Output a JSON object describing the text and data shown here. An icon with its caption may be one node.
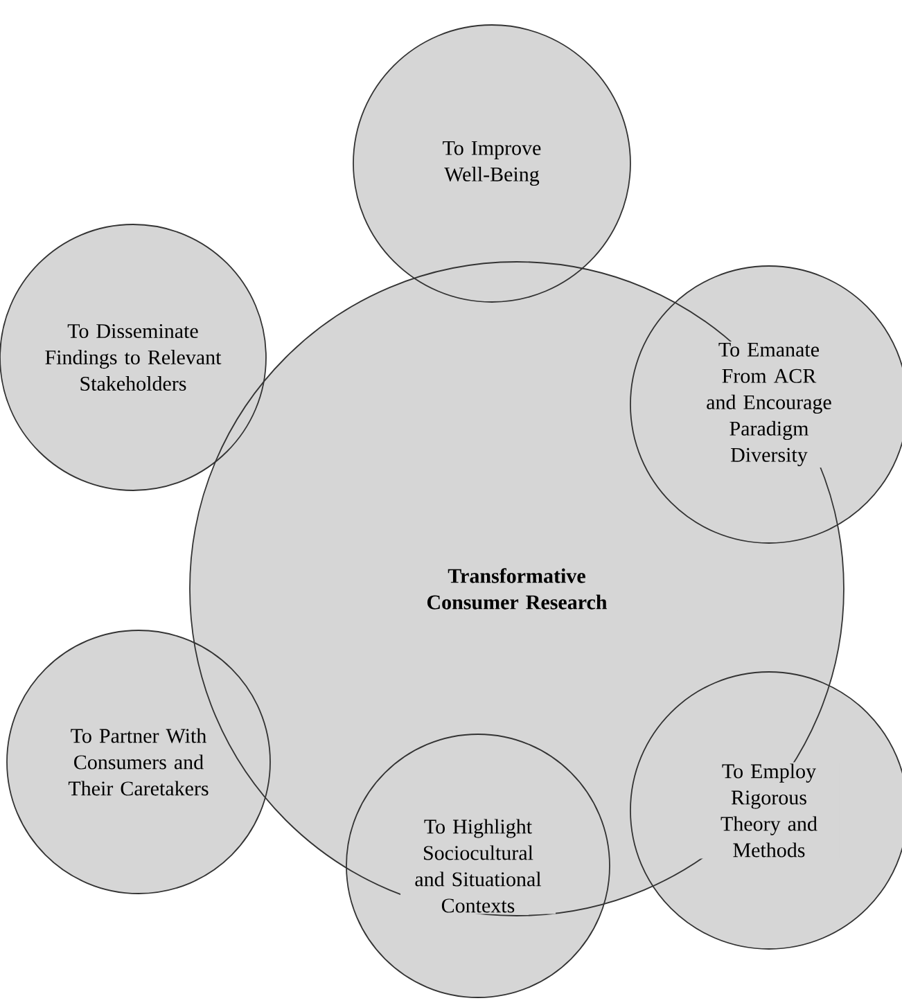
{
  "diagram": {
    "nodes": [
      {
        "text": [
          "To Improve Well-Being"
        ]
      },
      {
        "text": [
          "To Disseminate Findings to Relevant Stakeholders"
        ]
      },
      {
        "text": [
          "To Emanate From ACR and Encourage Paradigm Diversity"
        ]
      },
      {
        "text": [
          "Transformative Consumer Research"
        ]
      },
      {
        "text": [
          "To Partner With Consumers and Their Caretakers"
        ]
      },
      {
        "text": [
          "To Employ Rigorous Theory and Methods"
        ]
      },
      {
        "text": [
          "To Highlight Sociocultural and Situational Contexts"
        ]
      }
    ]
  }
}
